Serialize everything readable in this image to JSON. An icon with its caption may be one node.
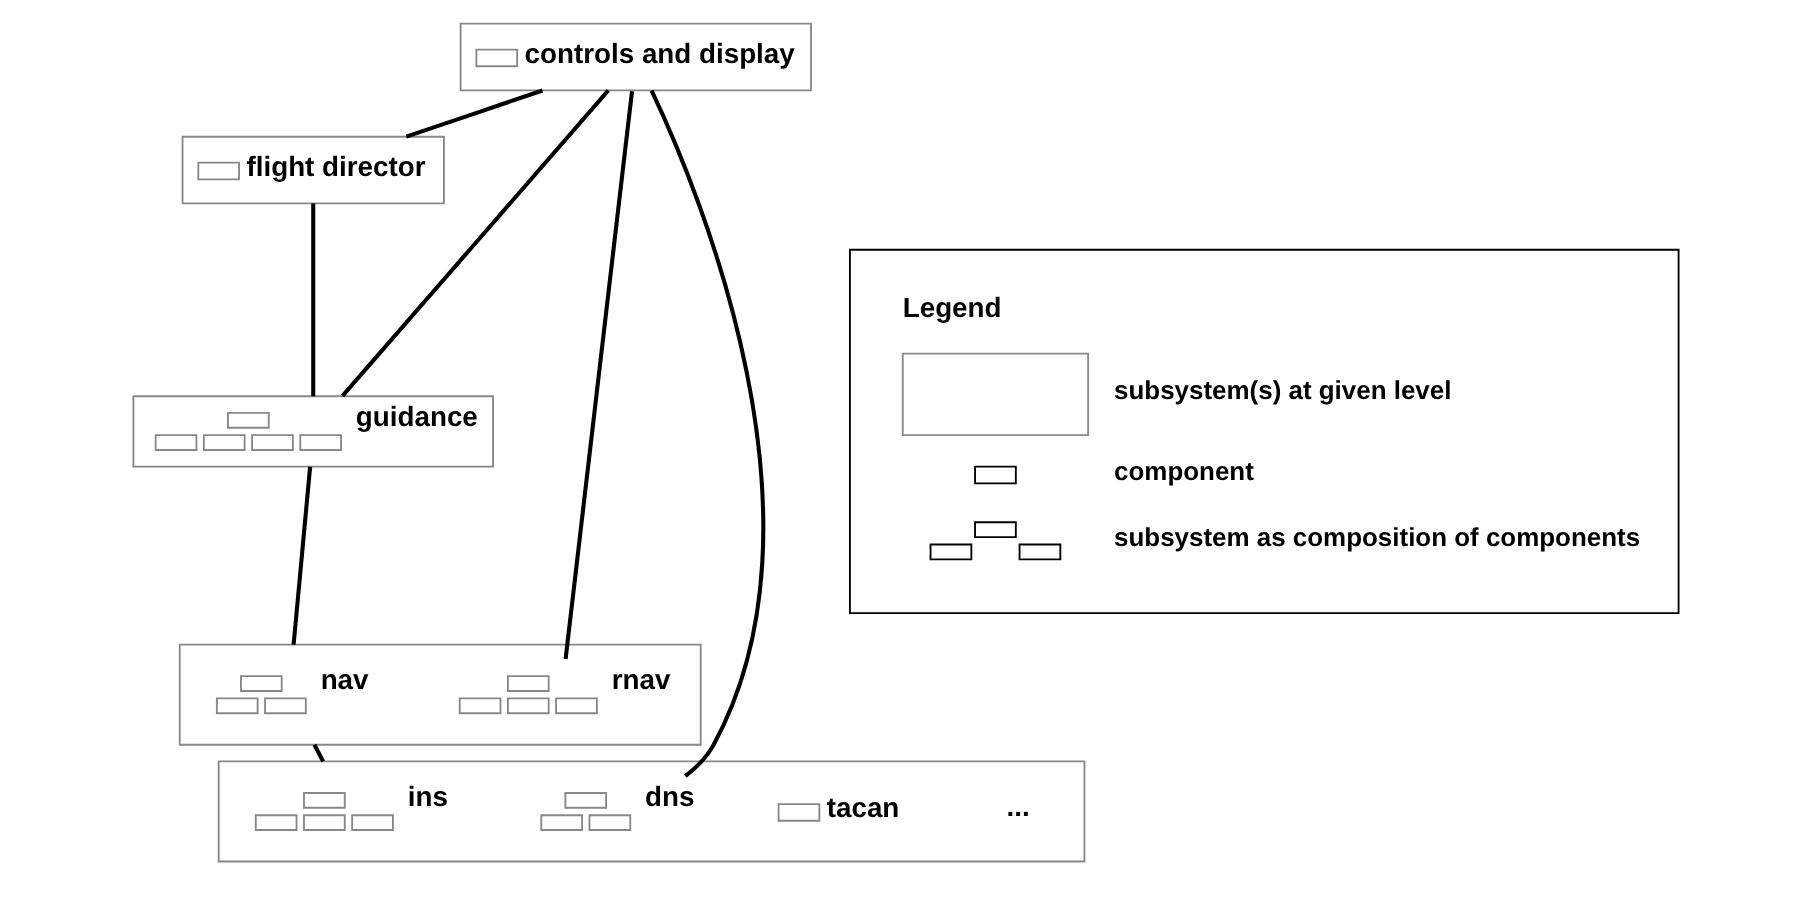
{
  "diagram": {
    "nodes": [
      {
        "text": [
          "controls and display"
        ]
      },
      {
        "text": [
          "flight director"
        ]
      },
      {
        "text": [
          "guidance"
        ]
      },
      {
        "text": [],
        "shape": "box"
      },
      {
        "text": [
          "nav"
        ],
        "in": 3
      },
      {
        "text": [
          "rnav"
        ],
        "in": 3
      },
      {
        "text": [],
        "shape": "box"
      },
      {
        "text": [
          "ins"
        ],
        "in": 6
      },
      {
        "text": [
          "tacan"
        ],
        "in": 6
      },
      {
        "text": [
          "dns"
        ],
        "in": 6
      }
    ],
    "edges": [
      {
        "from": 0,
        "to": 1,
        "arrow": "none"
      },
      {
        "from": 1,
        "to": 2,
        "arrow": "none"
      },
      {
        "from": 0,
        "to": 2,
        "arrow": "none"
      },
      {
        "from": 2,
        "to": 3,
        "arrow": "none"
      },
      {
        "from": 0,
        "to": 5,
        "arrow": "none"
      },
      {
        "from": 3,
        "to": 6,
        "arrow": "none"
      },
      {
        "from": 0,
        "to": 9,
        "arrow": "none"
      }
    ],
    "labels": [
      "Legend",
      "..."
    ],
    "legend": [
      {
        "text": "subsystem(s) at given level"
      },
      {
        "text": "component"
      },
      {
        "text": "subsystem as composition of components"
      }
    ]
  }
}
